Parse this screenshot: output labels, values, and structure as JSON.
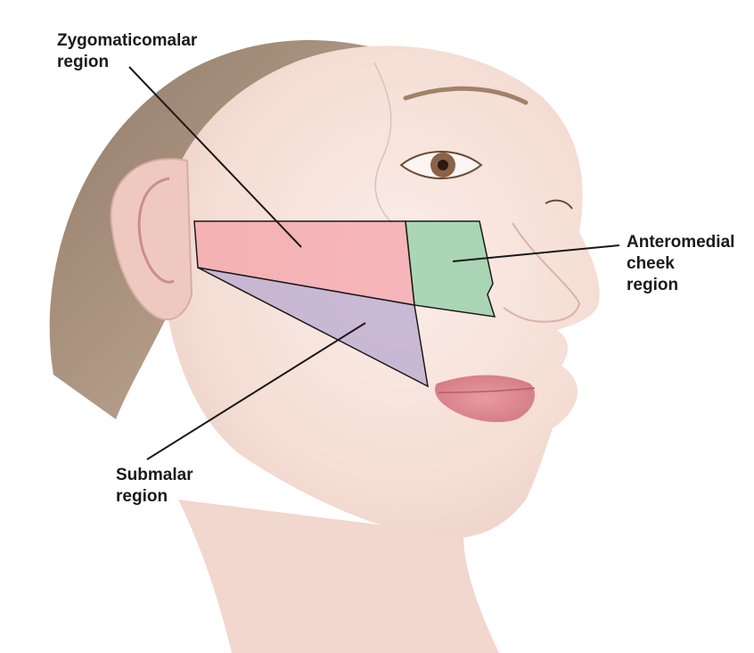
{
  "labels": {
    "zygomaticomalar": [
      "Zygomaticomalar",
      "region"
    ],
    "anteromedial": [
      "Anteromedial",
      "cheek",
      "region"
    ],
    "submalar": [
      "Submalar",
      "region"
    ]
  },
  "region_colors": {
    "zygomaticomalar": "#f4a3aa",
    "anteromedial": "#8fcfa6",
    "submalar": "#b9a8cf"
  },
  "colors": {
    "skin": "#f6e3dc",
    "hair": "#8b6a4e",
    "outline": "#1a1a1a"
  }
}
